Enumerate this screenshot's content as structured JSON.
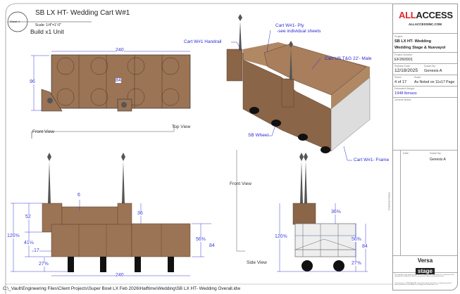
{
  "header": {
    "sheet": "Sheet 4",
    "title": "SB LX HT- Wedding Cart W#1",
    "scale": "Scale:  1/4\"=1'-0\"",
    "build": "Build x1 Unit"
  },
  "views": {
    "top": "Top View",
    "front_arrow": "Front View",
    "side_front": "Front View",
    "side": "Side View"
  },
  "callouts": {
    "handrail": "Cart W#1 Handrail",
    "ply1": "Cart W#1- Ply",
    "ply2": "-see individual sheets",
    "tg": "Cart US T&G 22'- Male",
    "wheel": "SB Wheel",
    "frame": "Cart W#1- Frame"
  },
  "dimensions": {
    "top_width": "240",
    "top_depth": "96",
    "top_center": "84",
    "front_6": "6",
    "front_52": "52",
    "front_36": "36",
    "front_120": "120⅝",
    "front_41": "41⅛",
    "front_17": "17",
    "front_27": "27⅝",
    "front_56": "56⅜",
    "front_84": "84",
    "front_240": "240",
    "side_36": "36⅜",
    "side_120": "120⅝",
    "side_56": "56⅜",
    "side_27": "27⅝",
    "side_84": "84"
  },
  "footer": {
    "path": "C:\\_Vault\\Engineering Files\\Client Projects\\Super Bowl LX Feb 2026\\Halftime\\Wedding\\SB LX HT- Wedding Overall.idw"
  },
  "title_block": {
    "logo": "ALLACCESS",
    "website": "ALLACCESSINC.COM",
    "project_label": "Project:",
    "project1": "SB LX HT- Wedding",
    "project2": "Wedding Stage & Nuevayol",
    "project_number_label": "Project Number:",
    "project_number": "EF260001",
    "release_label": "Release Date:",
    "release": "12/18/2025",
    "drawn_label": "Drawn By:",
    "drawn": "Genesis A",
    "sheet_label": "Sheet:",
    "sheet": "4 of 17",
    "scale_label": "Scale:",
    "scale": "As Noted on 11x17 Page",
    "weight_label": "Estimated Weight:",
    "weight": "1948 lbmass",
    "notes_label": "General Notes:",
    "history_label": "Drawing History",
    "date_label": "Date:",
    "hist_drawn_label": "Drawn By:",
    "hist_drawn": "Genesis A",
    "versa1": "Versa",
    "versa2": "stage",
    "legal1": "This drawing is the property of All Access Staging and Productions, Inc. and may not be reproduced, modified or used for any purpose without written permission.",
    "legal2": "This drawing is CONFIDENTIAL and should not be disclosed to a third party without written permission from All Access Staging and Productions, Inc."
  },
  "colors": {
    "wood": "#9b7455",
    "dim": "#3a3adc",
    "brand_red": "#e0262b"
  }
}
